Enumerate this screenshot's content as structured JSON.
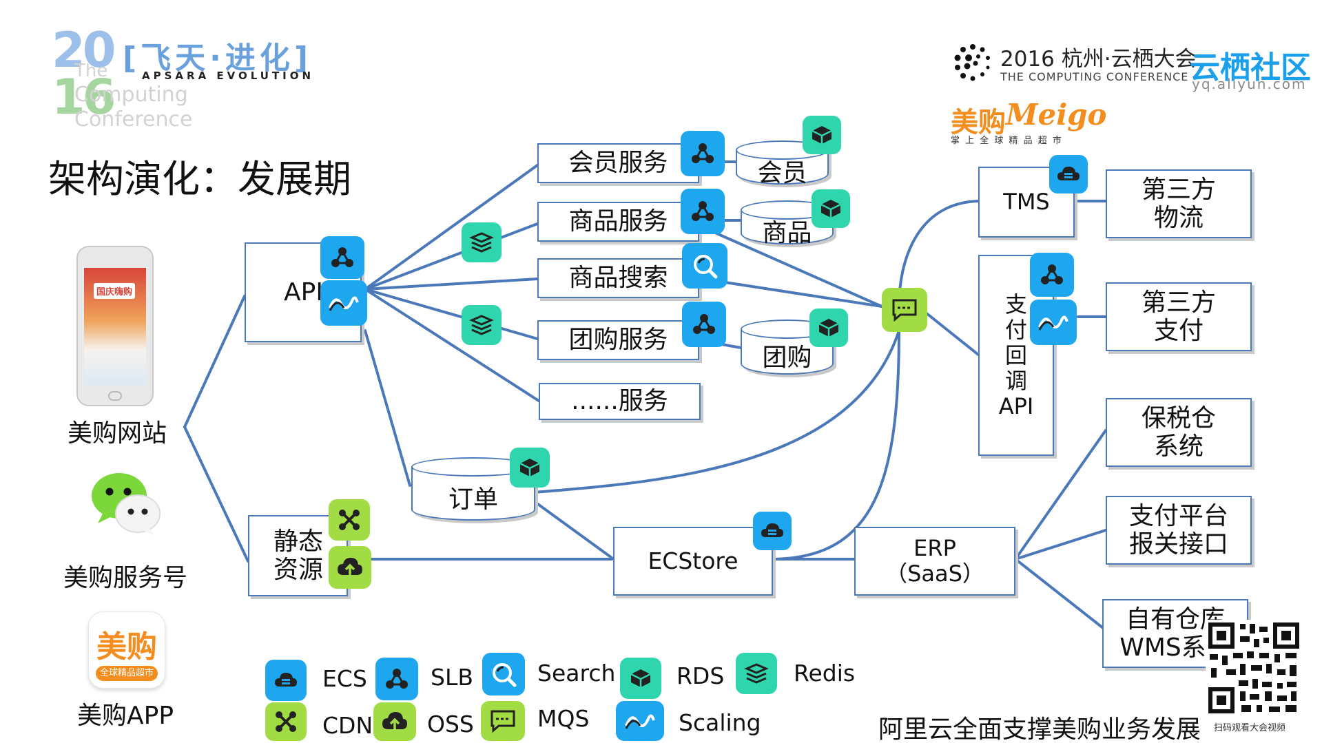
{
  "conference": {
    "year_top": "20",
    "year_bottom": "16",
    "bracket_title": "[飞天·进化]",
    "apsara_evolution": "APSARA EVOLUTION",
    "faded_line1": "The",
    "faded_line2": "Computing",
    "faded_line3": "Conference",
    "right_year_title": "2016 杭州·云栖大会",
    "right_sub": "THE COMPUTING CONFERENCE",
    "community": "云栖社区",
    "community_url": "yq.aliyun.com"
  },
  "meigo_logo": {
    "cn": "美购",
    "en": "Meigo",
    "tagline": "掌 上 全 球 精 品 超 市"
  },
  "slide_title": "架构演化：发展期",
  "clients": {
    "website": "美购网站",
    "service_account": "美购服务号",
    "app": "美购APP",
    "app_icon_text": "美购",
    "app_icon_sub": "全球精品超市",
    "phone_banner": "国庆嗨购"
  },
  "nodes": {
    "api": "API",
    "member_service": "会员服务",
    "goods_service": "商品服务",
    "goods_search": "商品搜索",
    "groupbuy_service": "团购服务",
    "more_service": "......服务",
    "db_member": "会员",
    "db_goods": "商品",
    "db_groupbuy": "团购",
    "db_order": "订单",
    "static_l1": "静态",
    "static_l2": "资源",
    "ecstore": "ECStore",
    "erp_l1": "ERP",
    "erp_l2": "（SaaS）",
    "tms": "TMS",
    "pay_callback": [
      "支",
      "付",
      "回",
      "调",
      "API"
    ],
    "third_logistics_l1": "第三方",
    "third_logistics_l2": "物流",
    "third_payment_l1": "第三方",
    "third_payment_l2": "支付",
    "bonded_l1": "保税仓",
    "bonded_l2": "系统",
    "customs_l1": "支付平台",
    "customs_l2": "报关接口",
    "wms_l1": "自有仓库",
    "wms_l2": "WMS系统"
  },
  "legend": {
    "ecs": "ECS",
    "slb": "SLB",
    "search": "Search",
    "rds": "RDS",
    "redis": "Redis",
    "cdn": "CDN",
    "oss": "OSS",
    "mqs": "MQS",
    "scaling": "Scaling"
  },
  "footer_text": "阿里云全面支撑美购业务发展",
  "qr_caption": "扫码观看大会视频",
  "colors": {
    "line": "#4a78b8",
    "ecs_slb_scaling_search": "#1ea7ef",
    "rds_redis": "#2fd6ad",
    "cdn_oss_mqs": "#a2dc44"
  }
}
